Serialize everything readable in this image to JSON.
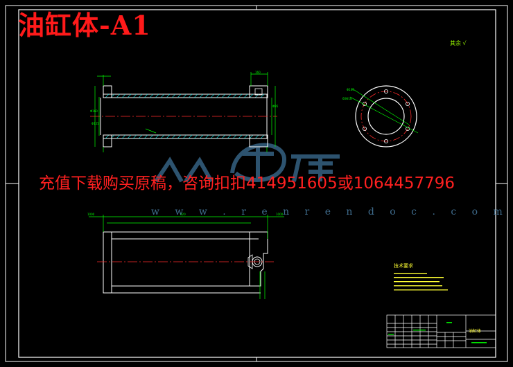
{
  "drawing": {
    "title": "油缸体-A1",
    "promo_text": "充值下载购买原稿，咨询扣扣414951605或1064457796",
    "watermark_logo": "人人文库",
    "watermark_url": "w w w . r e n r e n d o c . c o m",
    "roughness_symbol": "其余 √",
    "tech_requirements_title": "技术要求",
    "title_block_name": "油缸体"
  },
  "colors": {
    "background": "#000000",
    "frame": "#ffffff",
    "dimension": "#00ff00",
    "centerline": "#ff2a2a",
    "hatch": "#00e0e0",
    "title_text": "#ff1a1a",
    "watermark": "#4a7fa6",
    "annotation": "#ffff33"
  }
}
